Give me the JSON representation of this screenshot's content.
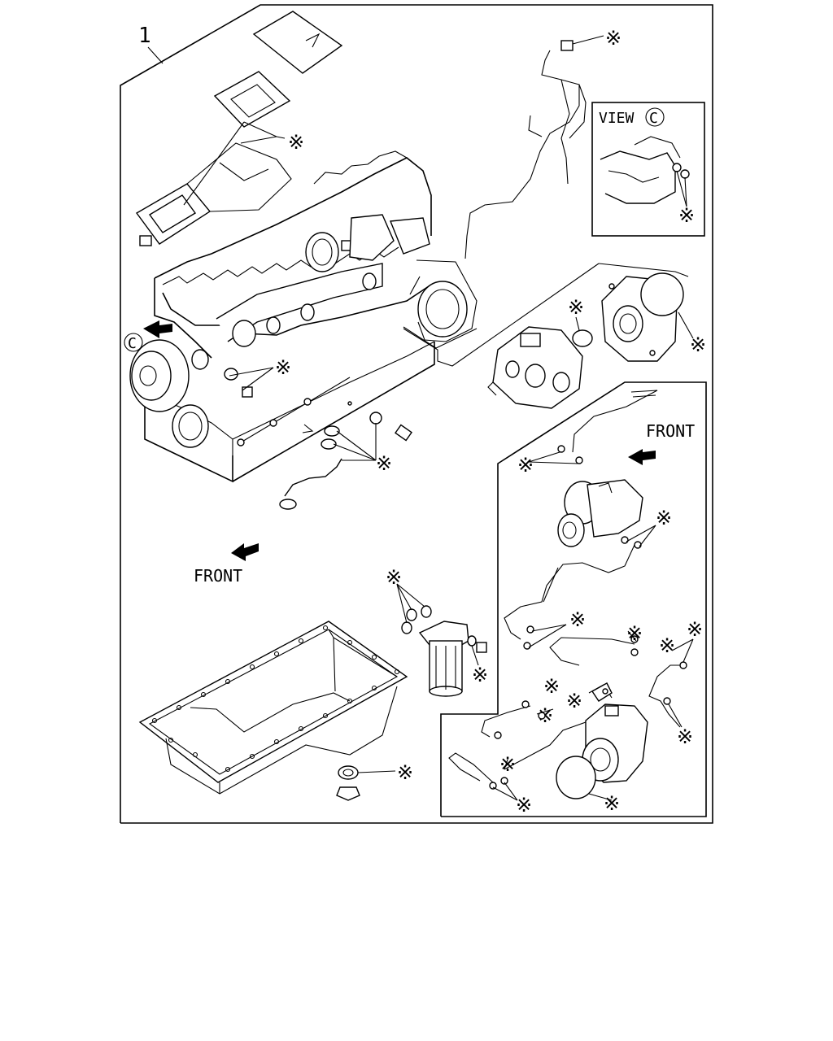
{
  "callout_number": "1",
  "marker_symbol": "※",
  "view_label": "VIEW",
  "view_letter": "C",
  "front_label": "FRONT",
  "colors": {
    "ink": "#000000",
    "paper": "#ffffff"
  }
}
